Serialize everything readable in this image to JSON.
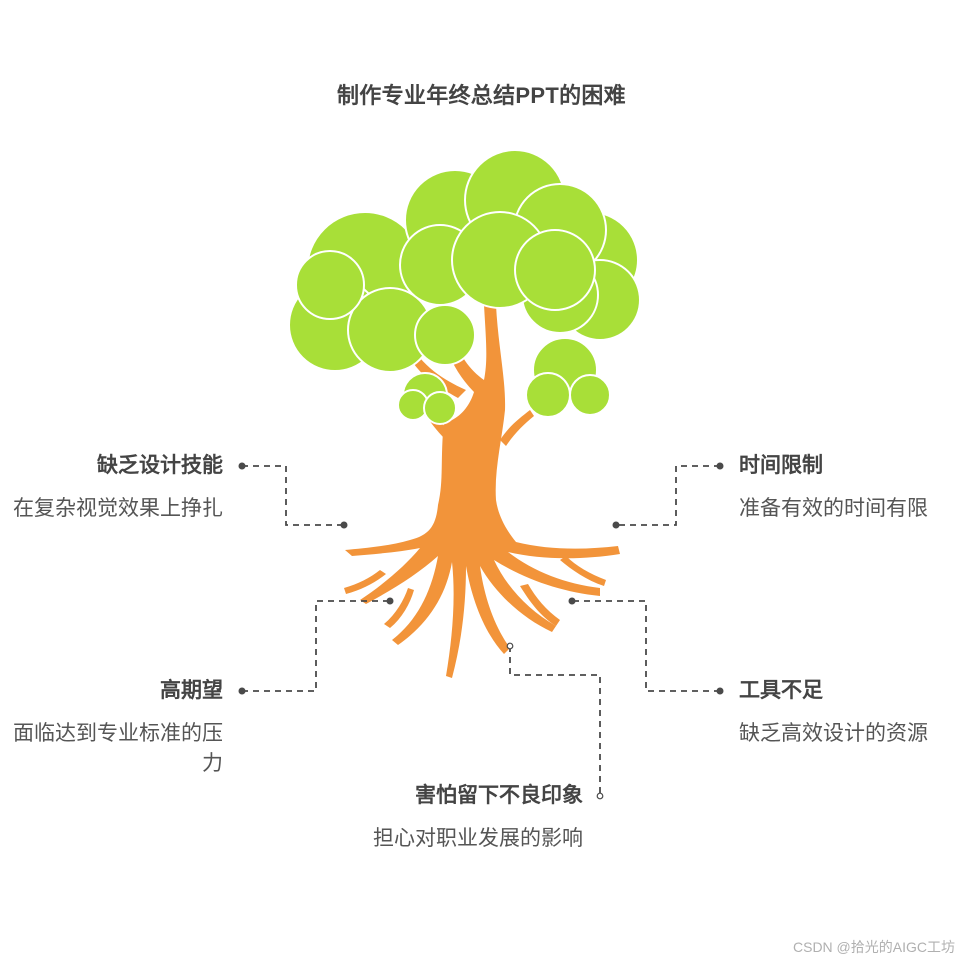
{
  "title": "制作专业年终总结PPT的困难",
  "colors": {
    "foliage": "#a8df38",
    "trunk": "#f2943a",
    "text": "#444444",
    "connector": "#4a4a4a"
  },
  "items": [
    {
      "title": "缺乏设计技能",
      "desc": "在复杂视觉效果上挣扎"
    },
    {
      "title": "时间限制",
      "desc": "准备有效的时间有限"
    },
    {
      "title": "高期望",
      "desc": "面临达到专业标准的压力"
    },
    {
      "title": "工具不足",
      "desc": "缺乏高效设计的资源"
    },
    {
      "title": "害怕留下不良印象",
      "desc": "担心对职业发展的影响"
    }
  ],
  "watermark": "CSDN @拾光的AIGC工坊",
  "icons": {
    "tree": "tree-icon"
  }
}
